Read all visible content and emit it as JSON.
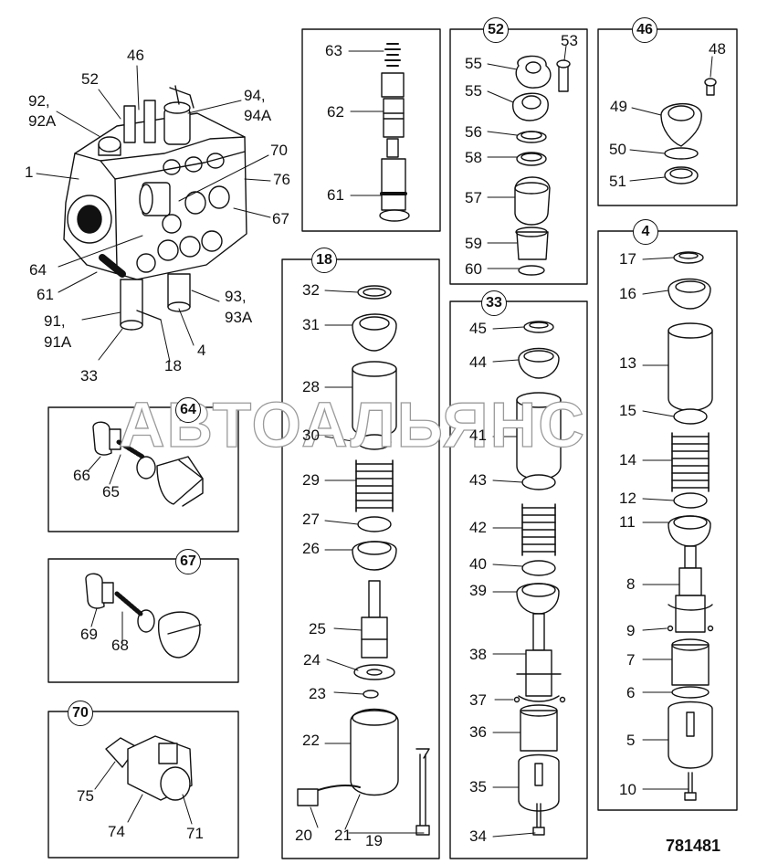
{
  "drawing_number": "781481",
  "watermark": "АВТОАЛЬЯНС",
  "groups": {
    "g18": "18",
    "g33": "33",
    "g4": "4",
    "g52": "52",
    "g46": "46",
    "g64": "64",
    "g67": "67",
    "g70": "70"
  },
  "callouts": {
    "c46": "46",
    "c52": "52",
    "c92": "92,",
    "c92a": "92A",
    "c94": "94,",
    "c94a": "94A",
    "c1": "1",
    "c70": "70",
    "c76": "76",
    "c67": "67",
    "c64": "64",
    "c61": "61",
    "c91": "91,",
    "c91a": "91A",
    "c93": "93,",
    "c93a": "93A",
    "c4": "4",
    "c18": "18",
    "c33": "33",
    "c63": "63",
    "c62": "62",
    "c61b": "61",
    "c53": "53",
    "c55a": "55",
    "c55b": "55",
    "c56": "56",
    "c58": "58",
    "c57": "57",
    "c59": "59",
    "c60": "60",
    "c48": "48",
    "c49": "49",
    "c50": "50",
    "c51": "51",
    "c32": "32",
    "c31": "31",
    "c28": "28",
    "c30": "30",
    "c29": "29",
    "c27": "27",
    "c26": "26",
    "c25": "25",
    "c24": "24",
    "c23": "23",
    "c22": "22",
    "c20": "20",
    "c21": "21",
    "c19": "19",
    "c45": "45",
    "c44": "44",
    "c41": "41",
    "c43": "43",
    "c42": "42",
    "c40": "40",
    "c39": "39",
    "c38": "38",
    "c37": "37",
    "c36": "36",
    "c35": "35",
    "c34": "34",
    "c17": "17",
    "c16": "16",
    "c13": "13",
    "c15": "15",
    "c14": "14",
    "c12": "12",
    "c11": "11",
    "c8": "8",
    "c9": "9",
    "c7": "7",
    "c6": "6",
    "c5": "5",
    "c10": "10",
    "c66": "66",
    "c65": "65",
    "c69": "69",
    "c68": "68",
    "c75": "75",
    "c74": "74",
    "c71": "71"
  }
}
